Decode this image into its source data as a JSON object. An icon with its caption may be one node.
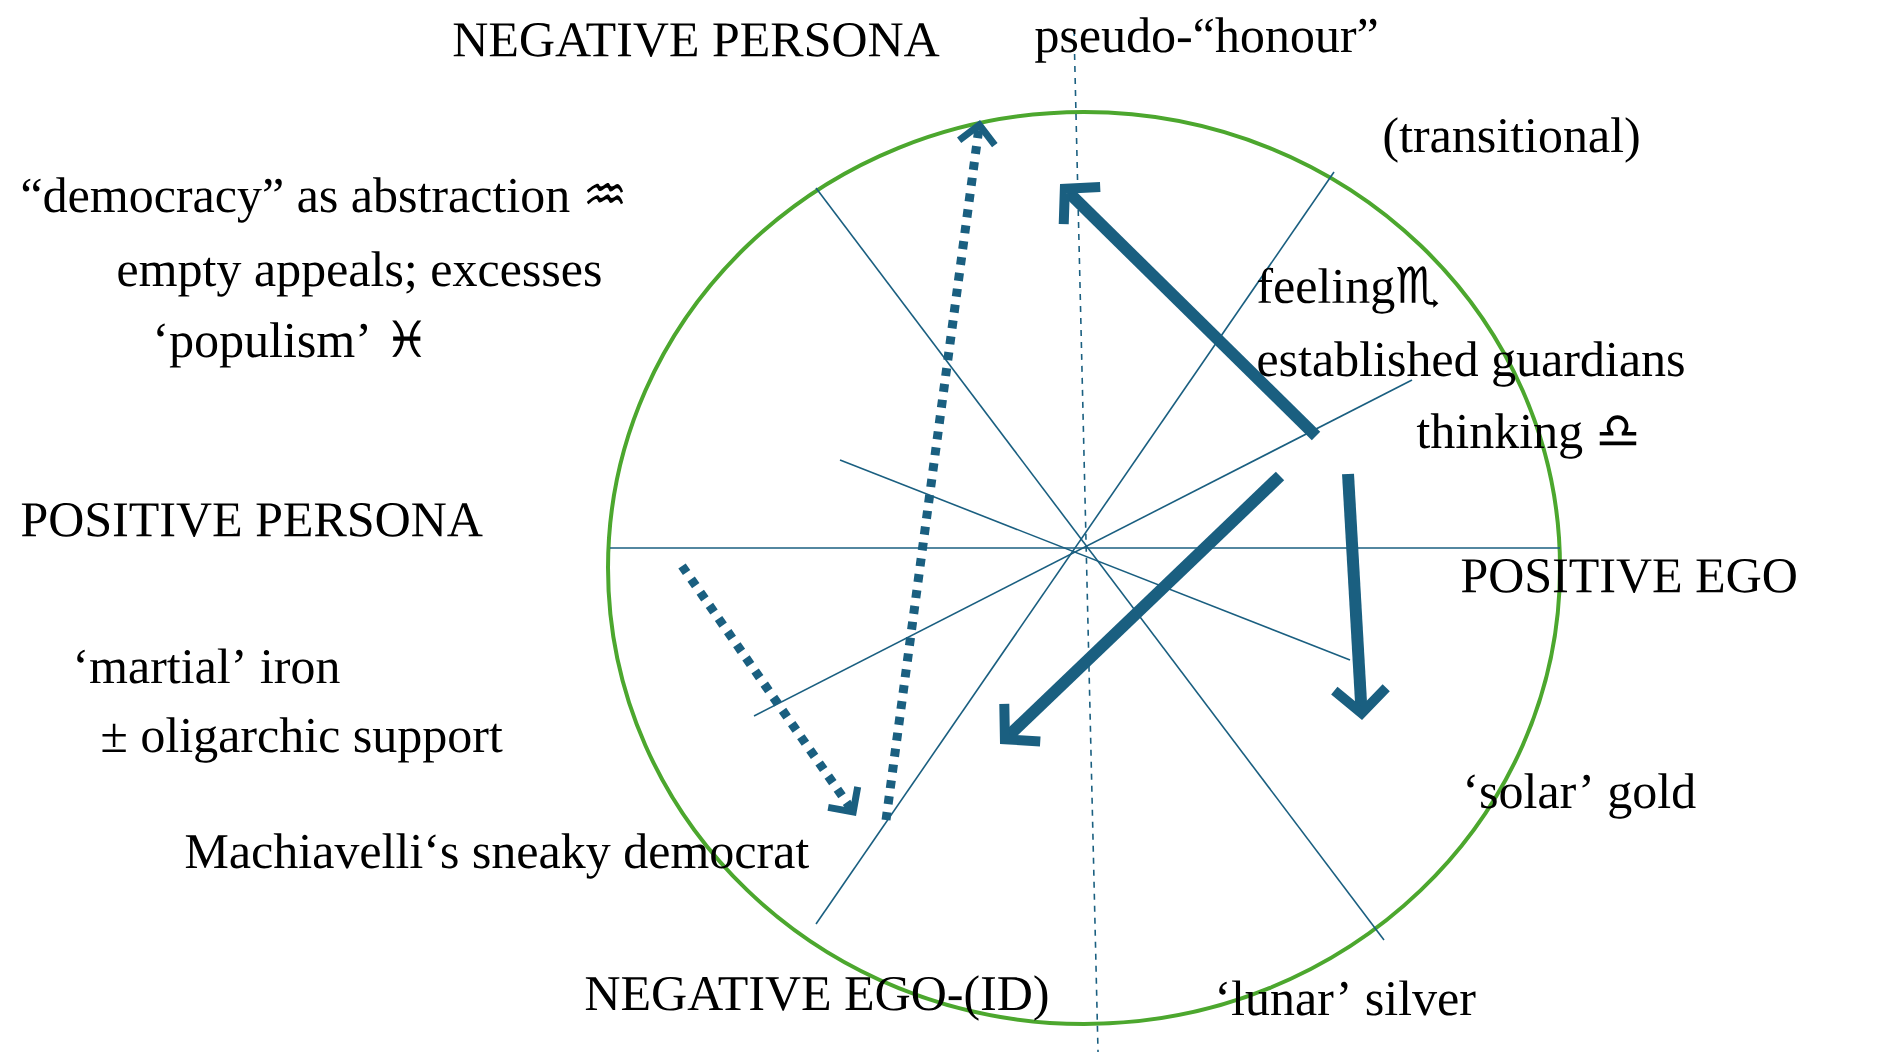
{
  "diagram": {
    "labels": [
      "NEGATIVE PERSONA",
      "pseudo-“honour”",
      "“democracy” as abstraction ♒",
      "(transitional)",
      "empty appeals; excesses",
      "feeling♏",
      "‘populism’ ♓",
      "established guardians",
      "thinking ♎",
      "POSITIVE PERSONA",
      "POSITIVE EGO",
      "‘martial’ iron",
      "± oligarchic support",
      "‘solar’ gold",
      "Machiavelli‘s sneaky democrat",
      "NEGATIVE EGO-(ID)",
      "‘lunar’ silver"
    ]
  }
}
